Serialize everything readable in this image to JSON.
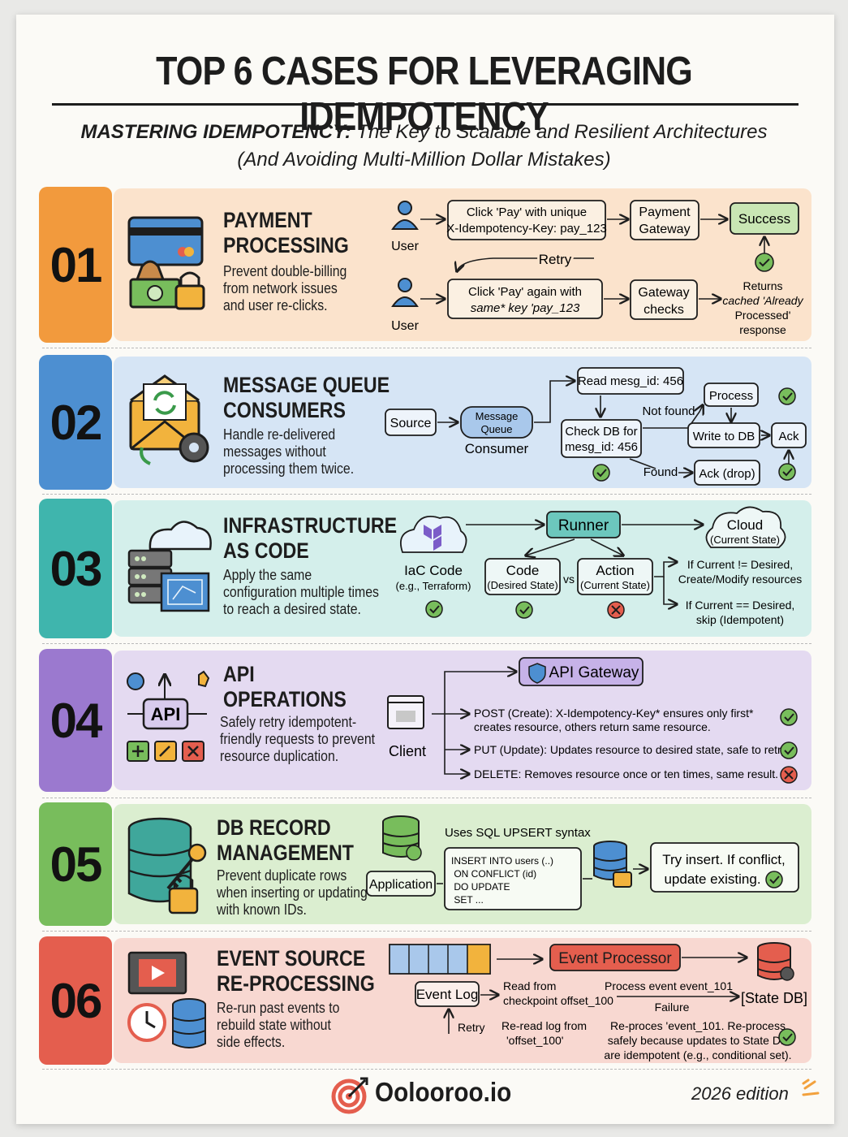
{
  "title": "TOP 6 CASES FOR LEVERAGING IDEMPOTENCY",
  "subtitle": {
    "lead": "MASTERING IDEMPOTENCY:",
    "line1": " The Key to Scalable and Resilient Architectures",
    "line2": "(And Avoiding Multi-Million Dollar Mistakes)"
  },
  "colors": {
    "orange": "#f29a3d",
    "blue": "#4d8fd1",
    "teal": "#3fb5ad",
    "purple": "#9b79cf",
    "green": "#78bd5c",
    "red": "#e45e4e"
  },
  "cases": [
    {
      "num": "01",
      "title1": "PAYMENT",
      "title2": "PROCESSING",
      "desc": [
        "Prevent double-billing",
        "from network issues",
        "and user re-clicks."
      ],
      "icon": "credit-card-money-lock-icon",
      "diagram": {
        "user1": "User",
        "user2": "User",
        "step1a": "Click 'Pay' with unique",
        "step1b": "X-Idempotency-Key: pay_123",
        "gateway1a": "Payment",
        "gateway1b": "Gateway",
        "success": "Success",
        "retry": "Retry",
        "step2a": "Click 'Pay' again with",
        "step2b": "same* key 'pay_123",
        "gateway2a": "Gateway",
        "gateway2b": "checks",
        "result1": "Returns",
        "result2": "cached 'Already",
        "result3": "Processed'",
        "result4": "response"
      }
    },
    {
      "num": "02",
      "title1": "MESSAGE QUEUE",
      "title2": "CONSUMERS",
      "desc": [
        "Handle re-delivered",
        "messages without",
        "processing them twice."
      ],
      "icon": "envelope-gear-icon",
      "diagram": {
        "source": "Source",
        "queue1": "Message",
        "queue2": "Queue",
        "consumer": "Consumer",
        "read": "Read mesg_id: 456",
        "check1": "Check DB for",
        "check2": "mesg_id: 456",
        "notfound": "Not found",
        "process": "Process",
        "write": "Write to DB",
        "ack": "Ack",
        "found": "Found",
        "ackdrop": "Ack (drop)"
      }
    },
    {
      "num": "03",
      "title1": "INFRASTRUCTURE",
      "title2": "AS CODE",
      "desc": [
        "Apply the same",
        "configuration multiple times",
        "to reach a desired state."
      ],
      "icon": "server-cloud-blueprint-icon",
      "diagram": {
        "iac1": "IaC Code",
        "iac2": "(e.g., Terraform)",
        "runner": "Runner",
        "cloud1": "Cloud",
        "cloud2": "(Current State)",
        "code1": "Code",
        "code2": "(Desired State)",
        "vs": "vs",
        "action1": "Action",
        "action2": "(Current State)",
        "if1a": "If Current != Desired,",
        "if1b": "Create/Modify resources",
        "if2a": "If Current == Desired,",
        "if2b": "skip (Idempotent)"
      }
    },
    {
      "num": "04",
      "title1": "API",
      "title2": "OPERATIONS",
      "desc": [
        "Safely retry idempotent-",
        "friendly requests to prevent",
        "resource duplication."
      ],
      "icon": "api-arrows-icon",
      "diagram": {
        "api": "API",
        "client": "Client",
        "gateway": "API Gateway",
        "post1": "POST (Create): X-Idempotency-Key* ensures only first*",
        "post2": "creates resource, others return same resource.",
        "put": "PUT (Update): Updates resource to desired state, safe to retry.",
        "delete": "DELETE: Removes resource once or ten times, same result."
      }
    },
    {
      "num": "05",
      "title1": "DB RECORD",
      "title2": "MANAGEMENT",
      "desc": [
        "Prevent duplicate rows",
        "when inserting or updating",
        "with known IDs."
      ],
      "icon": "database-key-lock-icon",
      "diagram": {
        "upsert": "Uses SQL UPSERT syntax",
        "app": "Application",
        "sql": [
          "INSERT INTO users (..)",
          " ON CONFLICT (id)",
          " DO UPDATE",
          " SET ..."
        ],
        "try1": "Try insert. If conflict,",
        "try2": "update existing."
      }
    },
    {
      "num": "06",
      "title1": "EVENT SOURCE",
      "title2": "RE-PROCESSING",
      "desc": [
        "Re-run past events to",
        "rebuild state without",
        "side effects."
      ],
      "icon": "film-clock-database-icon",
      "diagram": {
        "processor": "Event Processor",
        "log": "Event Log",
        "read1": "Read from",
        "read2": "checkpoint offset_100",
        "processev": "Process event event_101",
        "failure": "Failure",
        "statedb": "[State DB]",
        "retry": "Retry",
        "reread1": "Re-read log from",
        "reread2": "'offset_100'",
        "rep1": "Re-proces 'event_101. Re-process",
        "rep2": "safely because updates to State DB",
        "rep3": "are idempotent (e.g., conditional set)."
      }
    }
  ],
  "brand": "Oolooroo.io",
  "edition": "2026 edition"
}
